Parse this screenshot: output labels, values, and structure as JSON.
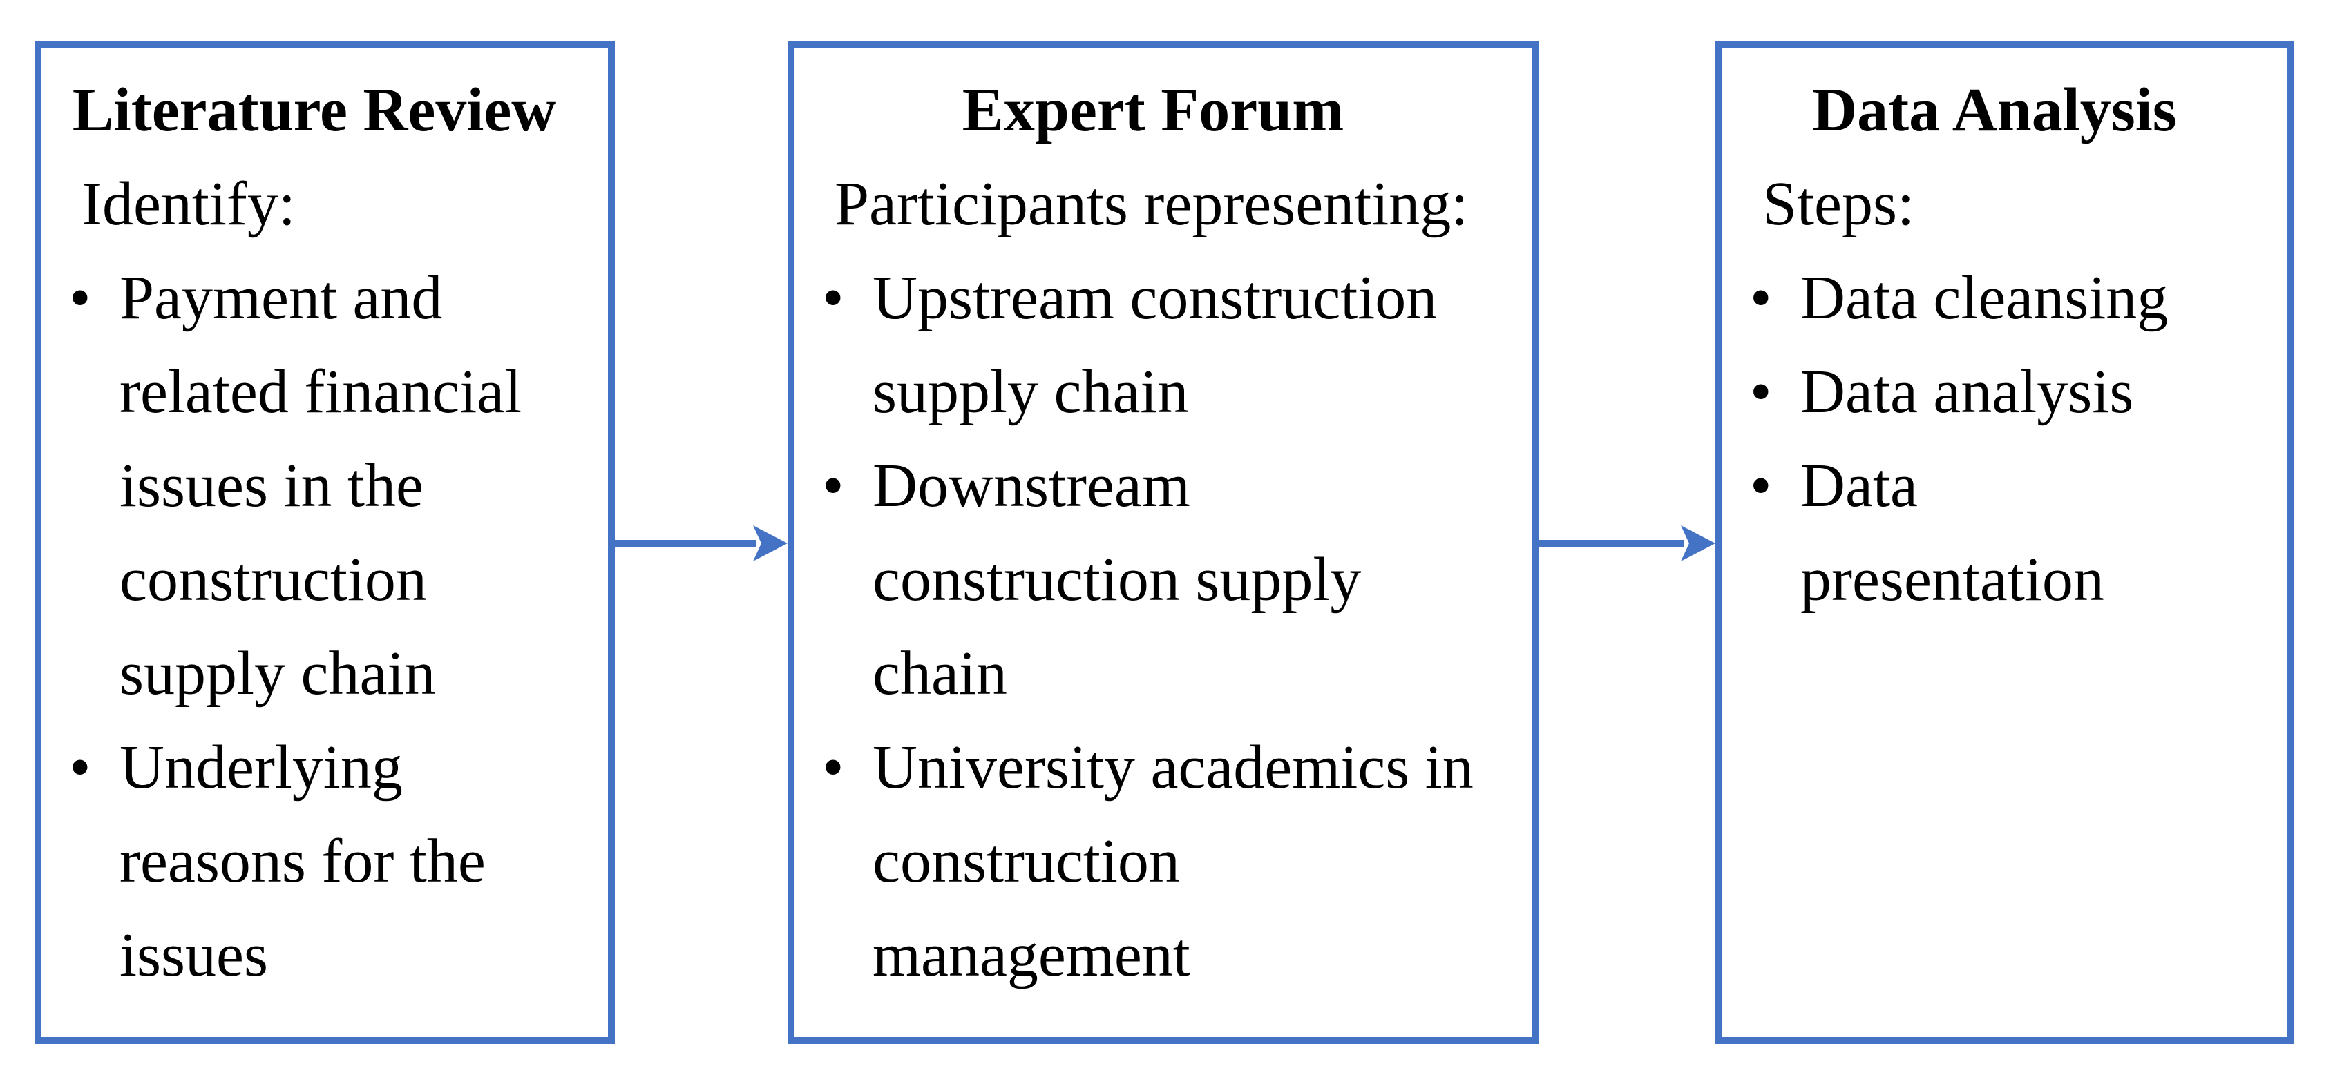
{
  "diagram": {
    "colors": {
      "accent": "#4472C4",
      "text": "#000000",
      "background": "#FFFFFF"
    },
    "boxes": [
      {
        "title": "Literature Review",
        "lead": "Identify:",
        "bullets": [
          "Payment and\nrelated financial\nissues in the\nconstruction\nsupply chain",
          "Underlying\nreasons for the\nissues"
        ]
      },
      {
        "title": "Expert Forum",
        "lead": "Participants representing:",
        "bullets": [
          "Upstream construction\nsupply chain",
          "Downstream\nconstruction supply\nchain",
          "University academics in\nconstruction\nmanagement"
        ]
      },
      {
        "title": "Data Analysis",
        "lead": "Steps:",
        "bullets": [
          "Data cleansing",
          "Data analysis",
          "Data\npresentation"
        ]
      }
    ]
  }
}
